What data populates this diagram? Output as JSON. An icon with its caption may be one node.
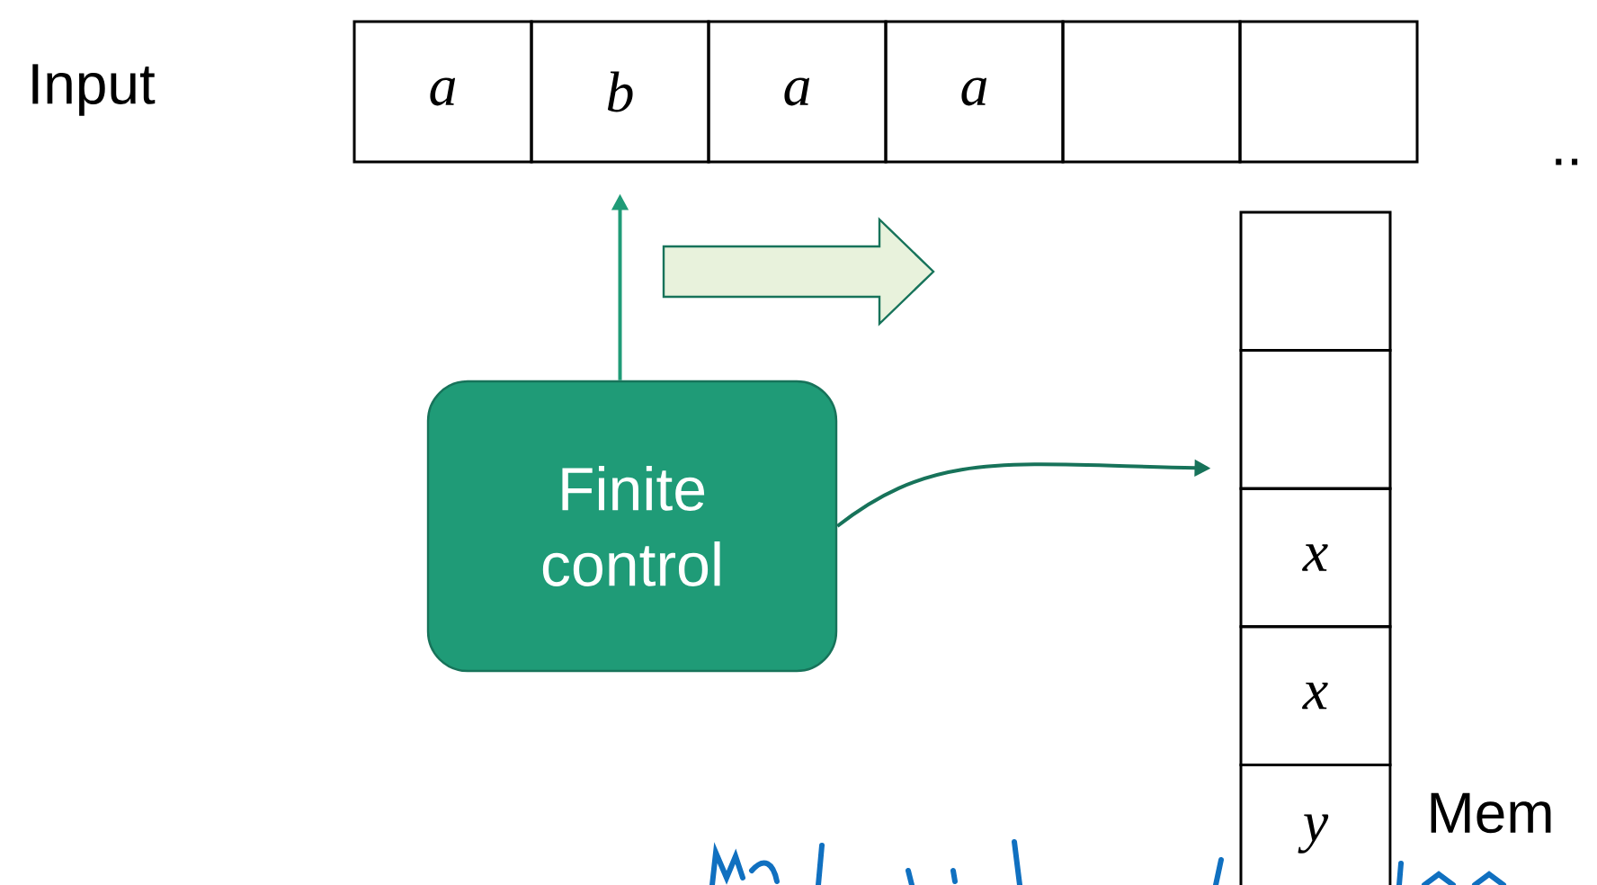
{
  "diagram": {
    "nodes": [
      {
        "text": [
          "Finite control"
        ]
      },
      {
        "text": [
          "a"
        ]
      },
      {
        "text": [
          "b"
        ]
      },
      {
        "text": [
          "a"
        ]
      },
      {
        "text": [
          "a"
        ]
      },
      {
        "text": [],
        "shape": "box"
      },
      {
        "text": [],
        "shape": "box"
      },
      {
        "text": [],
        "shape": "box"
      },
      {
        "text": [],
        "shape": "box"
      },
      {
        "text": [
          "x"
        ]
      },
      {
        "text": [
          "x"
        ]
      },
      {
        "text": [
          "y"
        ]
      }
    ],
    "edges": [
      {
        "from": 0,
        "to": 2,
        "arrow": "to",
        "color": "#1f9b77"
      },
      {
        "from": 0,
        "to": 8,
        "arrow": "to",
        "color": "#17735a"
      }
    ],
    "labels": [
      "Input",
      "..",
      "Mem"
    ]
  }
}
